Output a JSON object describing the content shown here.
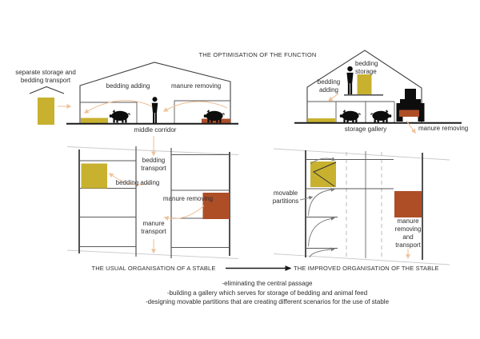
{
  "colors": {
    "yellow": "#c8b12f",
    "brown": "#ad4e27",
    "peach": "#f0c39b",
    "ink": "#2e2e2e"
  },
  "title": "THE OPTIMISATION OF THE FUNCTION",
  "sections": {
    "usual": {
      "external_note": "separate storage and bedding transport",
      "bedding_adding": "bedding adding",
      "manure_removing": "manure removing",
      "caption": "middle corridor"
    },
    "improved": {
      "bedding_storage": "bedding storage",
      "bedding_adding": "bedding adding",
      "caption": "storage gallery",
      "manure_removing": "manure removing"
    }
  },
  "plans": {
    "usual": {
      "bedding_transport": "bedding transport",
      "bedding_adding": "bedding adding",
      "manure_removing": "manure removing",
      "manure_transport": "manure transport",
      "caption": "THE USUAL ORGANISATION OF A STABLE"
    },
    "improved": {
      "movable_partitions": "movable partitions",
      "manure_removing_and_transport": "manure removing and transport",
      "caption": "THE IMPROVED ORGANISATION OF THE STABLE"
    }
  },
  "notes": [
    "-eliminating the central passage",
    "-building a gallery which serves for storage of bedding and animal feed",
    "-designing movable partitions that are creating different scenarios for the use of stable"
  ]
}
